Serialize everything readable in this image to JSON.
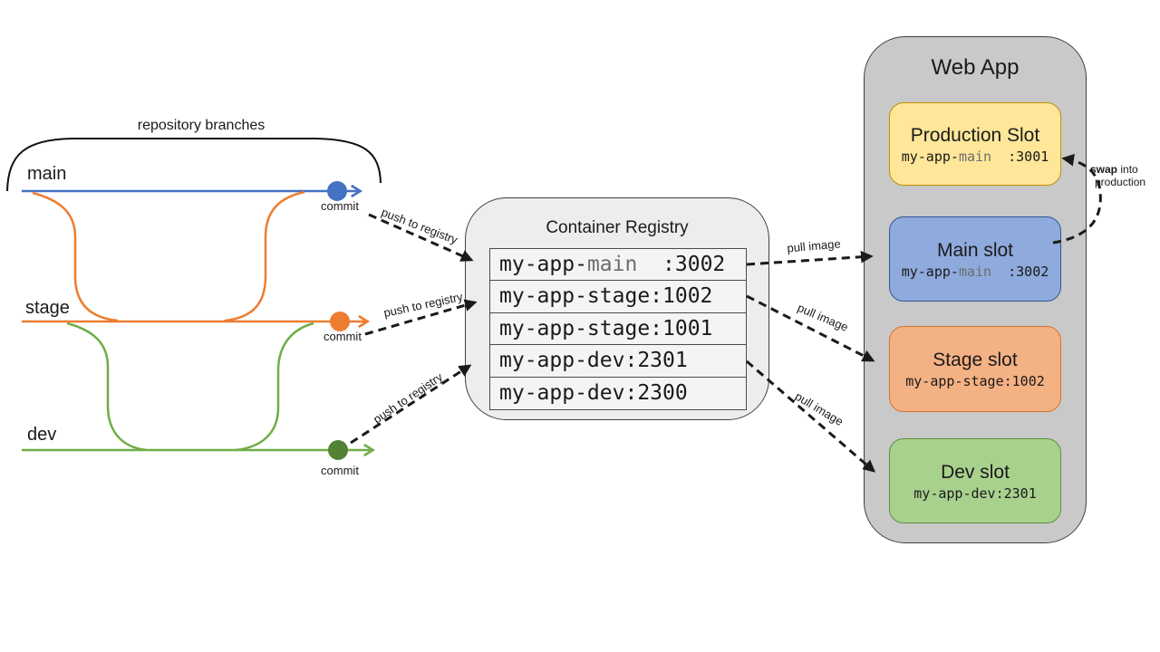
{
  "palette": {
    "arrow_black": "#1a1a1a",
    "dim_code": "#6e6e6e",
    "main_blue": "#4472C4",
    "stage_orange": "#ED7D31",
    "dev_green": "#70AD47",
    "dev_dot_green": "#548235",
    "registry_fill": "#EDEDED",
    "registry_row_fill": "#F4F4F4",
    "webapp_fill": "#C9C9C9"
  },
  "branches": {
    "brace_label": "repository branches",
    "items": [
      {
        "name": "main",
        "color": "#4472C4",
        "dot_color": "#4472C4",
        "commit_label": "commit"
      },
      {
        "name": "stage",
        "color": "#ED7D31",
        "dot_color": "#ED7D31",
        "commit_label": "commit"
      },
      {
        "name": "dev",
        "color": "#70AD47",
        "dot_color": "#548235",
        "commit_label": "commit"
      }
    ]
  },
  "registry": {
    "title": "Container Registry",
    "rows": [
      {
        "pre": "my-app-",
        "highlight": "main",
        "post": "  :3002"
      },
      {
        "pre": "my-app-stage:1002",
        "highlight": "",
        "post": ""
      },
      {
        "pre": "my-app-stage:1001",
        "highlight": "",
        "post": ""
      },
      {
        "pre": "my-app-dev:2301",
        "highlight": "",
        "post": ""
      },
      {
        "pre": "my-app-dev:2300",
        "highlight": "",
        "post": ""
      }
    ]
  },
  "webapp": {
    "title": "Web App",
    "slots": [
      {
        "title": "Production Slot",
        "image_pre": "my-app-",
        "image_highlight": "main",
        "image_post": "  :3001",
        "fill": "#FFE699",
        "border": "#BF9000"
      },
      {
        "title": "Main slot",
        "image_pre": "my-app-",
        "image_highlight": "main",
        "image_post": "  :3002",
        "fill": "#8FAADC",
        "border": "#2E5597"
      },
      {
        "title": "Stage slot",
        "image_pre": "my-app-stage:1002",
        "image_highlight": "",
        "image_post": "",
        "fill": "#F4B183",
        "border": "#D4752E"
      },
      {
        "title": "Dev slot",
        "image_pre": "my-app-dev:2301",
        "image_highlight": "",
        "image_post": "",
        "fill": "#A9D18E",
        "border": "#5E8F3C"
      }
    ]
  },
  "arrows": {
    "push_label": "push to registry",
    "pull_label": "pull image",
    "swap_bold": "swap",
    "swap_rest": " into",
    "swap_line2": "production"
  }
}
